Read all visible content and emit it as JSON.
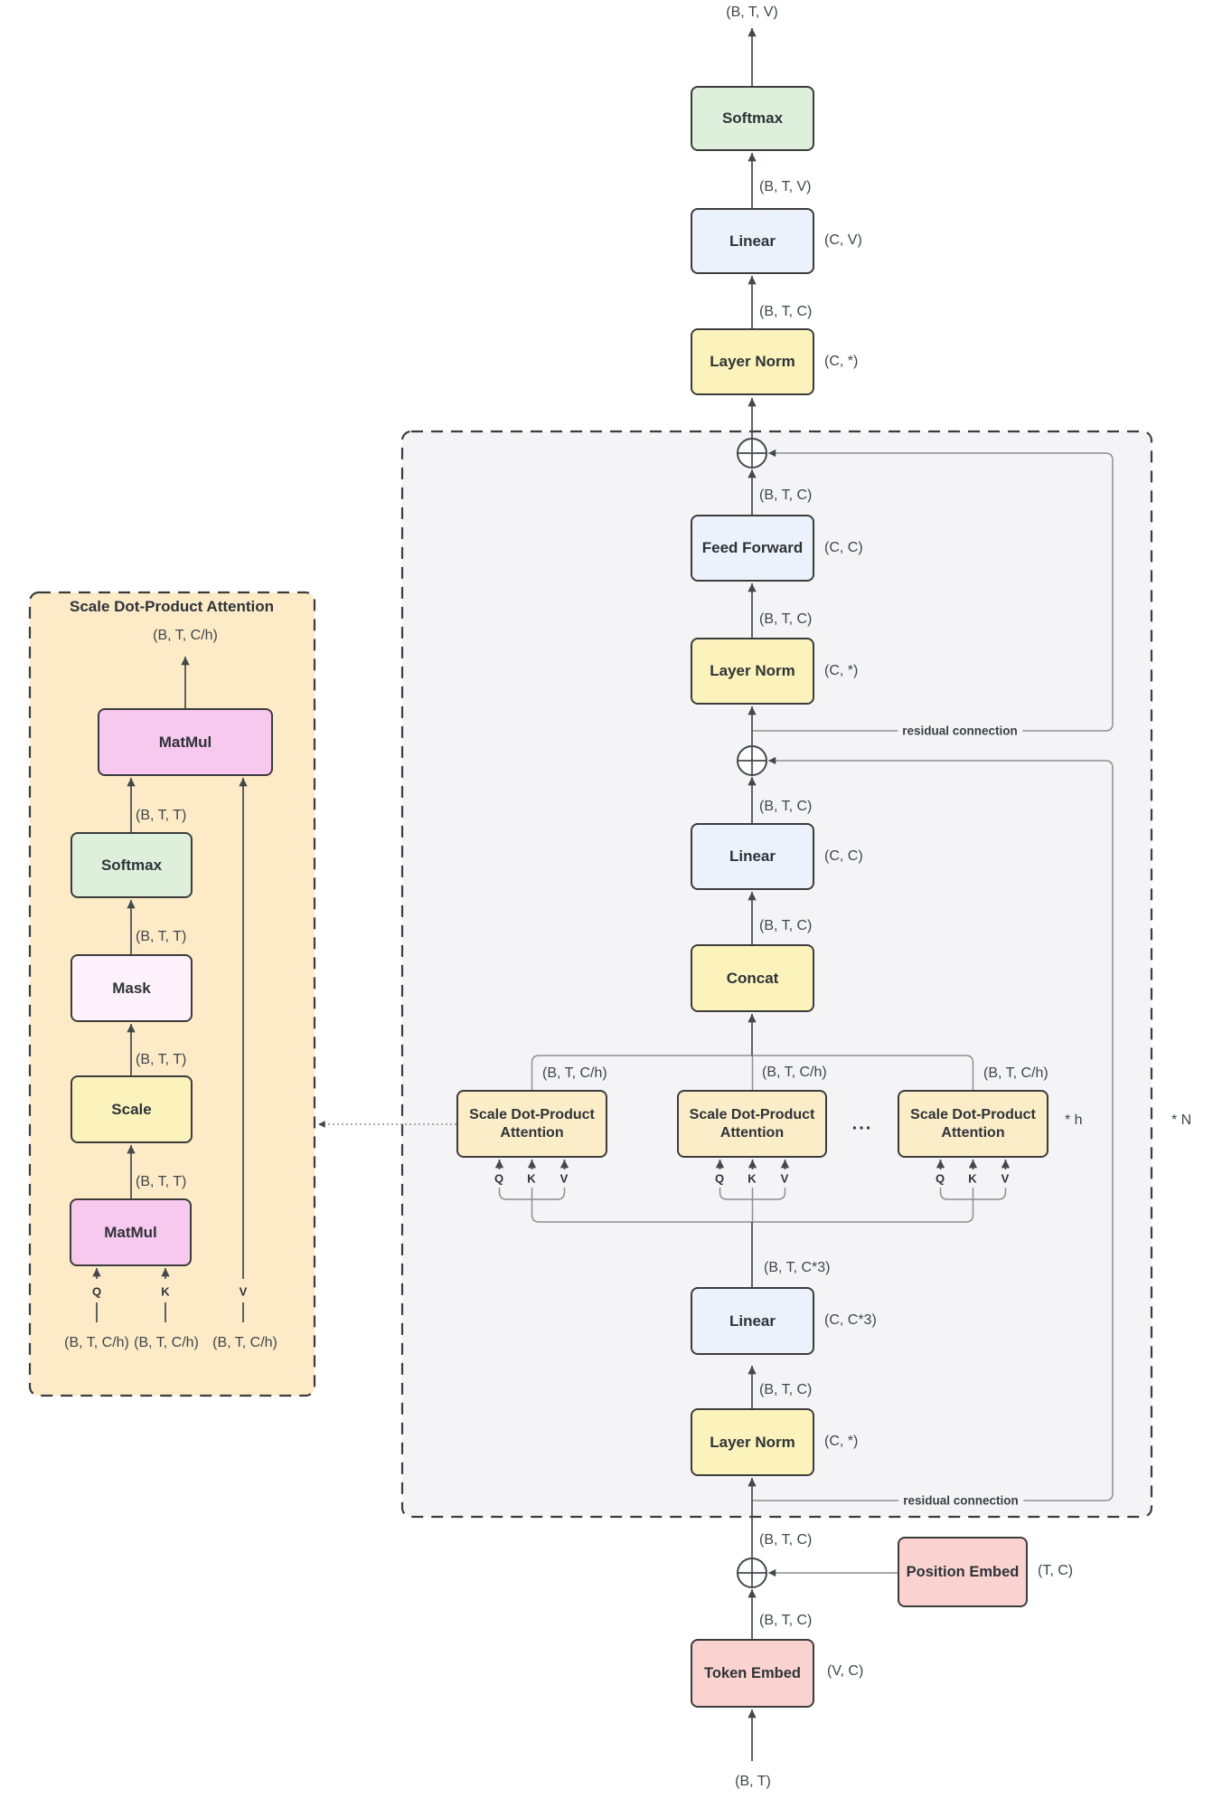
{
  "nodes": {
    "softmax": "Softmax",
    "linear": "Linear",
    "layer_norm": "Layer Norm",
    "feed_forward": "Feed Forward",
    "concat": "Concat",
    "attention_head_line1": "Scale Dot-Product",
    "attention_head_line2": "Attention",
    "token_embed": "Token Embed",
    "position_embed": "Position Embed",
    "matmul": "MatMul",
    "mask": "Mask",
    "scale": "Scale"
  },
  "panel": {
    "title": "Scale Dot-Product Attention"
  },
  "dims": {
    "btv": "(B, T, V)",
    "btc": "(B, T, C)",
    "btch": "(B, T, C/h)",
    "btc3": "(B, T, C*3)",
    "btt": "(B, T, T)",
    "bt": "(B, T)",
    "cv": "(C, V)",
    "cstar": "(C, *)",
    "cc": "(C, C)",
    "cc3": "(C, C*3)",
    "tc": "(T, C)",
    "vc": "(V, C)"
  },
  "ports": {
    "q": "Q",
    "k": "K",
    "v": "V"
  },
  "annotations": {
    "residual": "residual connection",
    "dots": "...",
    "times_h": "* h",
    "times_n": "* N"
  },
  "colors": {
    "box_green": "#def0dc",
    "box_blue": "#ecf2fb",
    "box_yellow": "#fbf3bb",
    "box_tan": "#fcedc9",
    "box_red": "#fad3d0",
    "box_pink": "#f8c9ee",
    "box_maskpink": "#fdf1fb",
    "panel_bg": "#fdebc8",
    "group_bg": "#f4f4f6",
    "border": "#3c3c3c",
    "line_dark": "#44484d",
    "line_gray": "#8f8f8f",
    "text": "#2e3338",
    "dim_text": "#40454a"
  }
}
